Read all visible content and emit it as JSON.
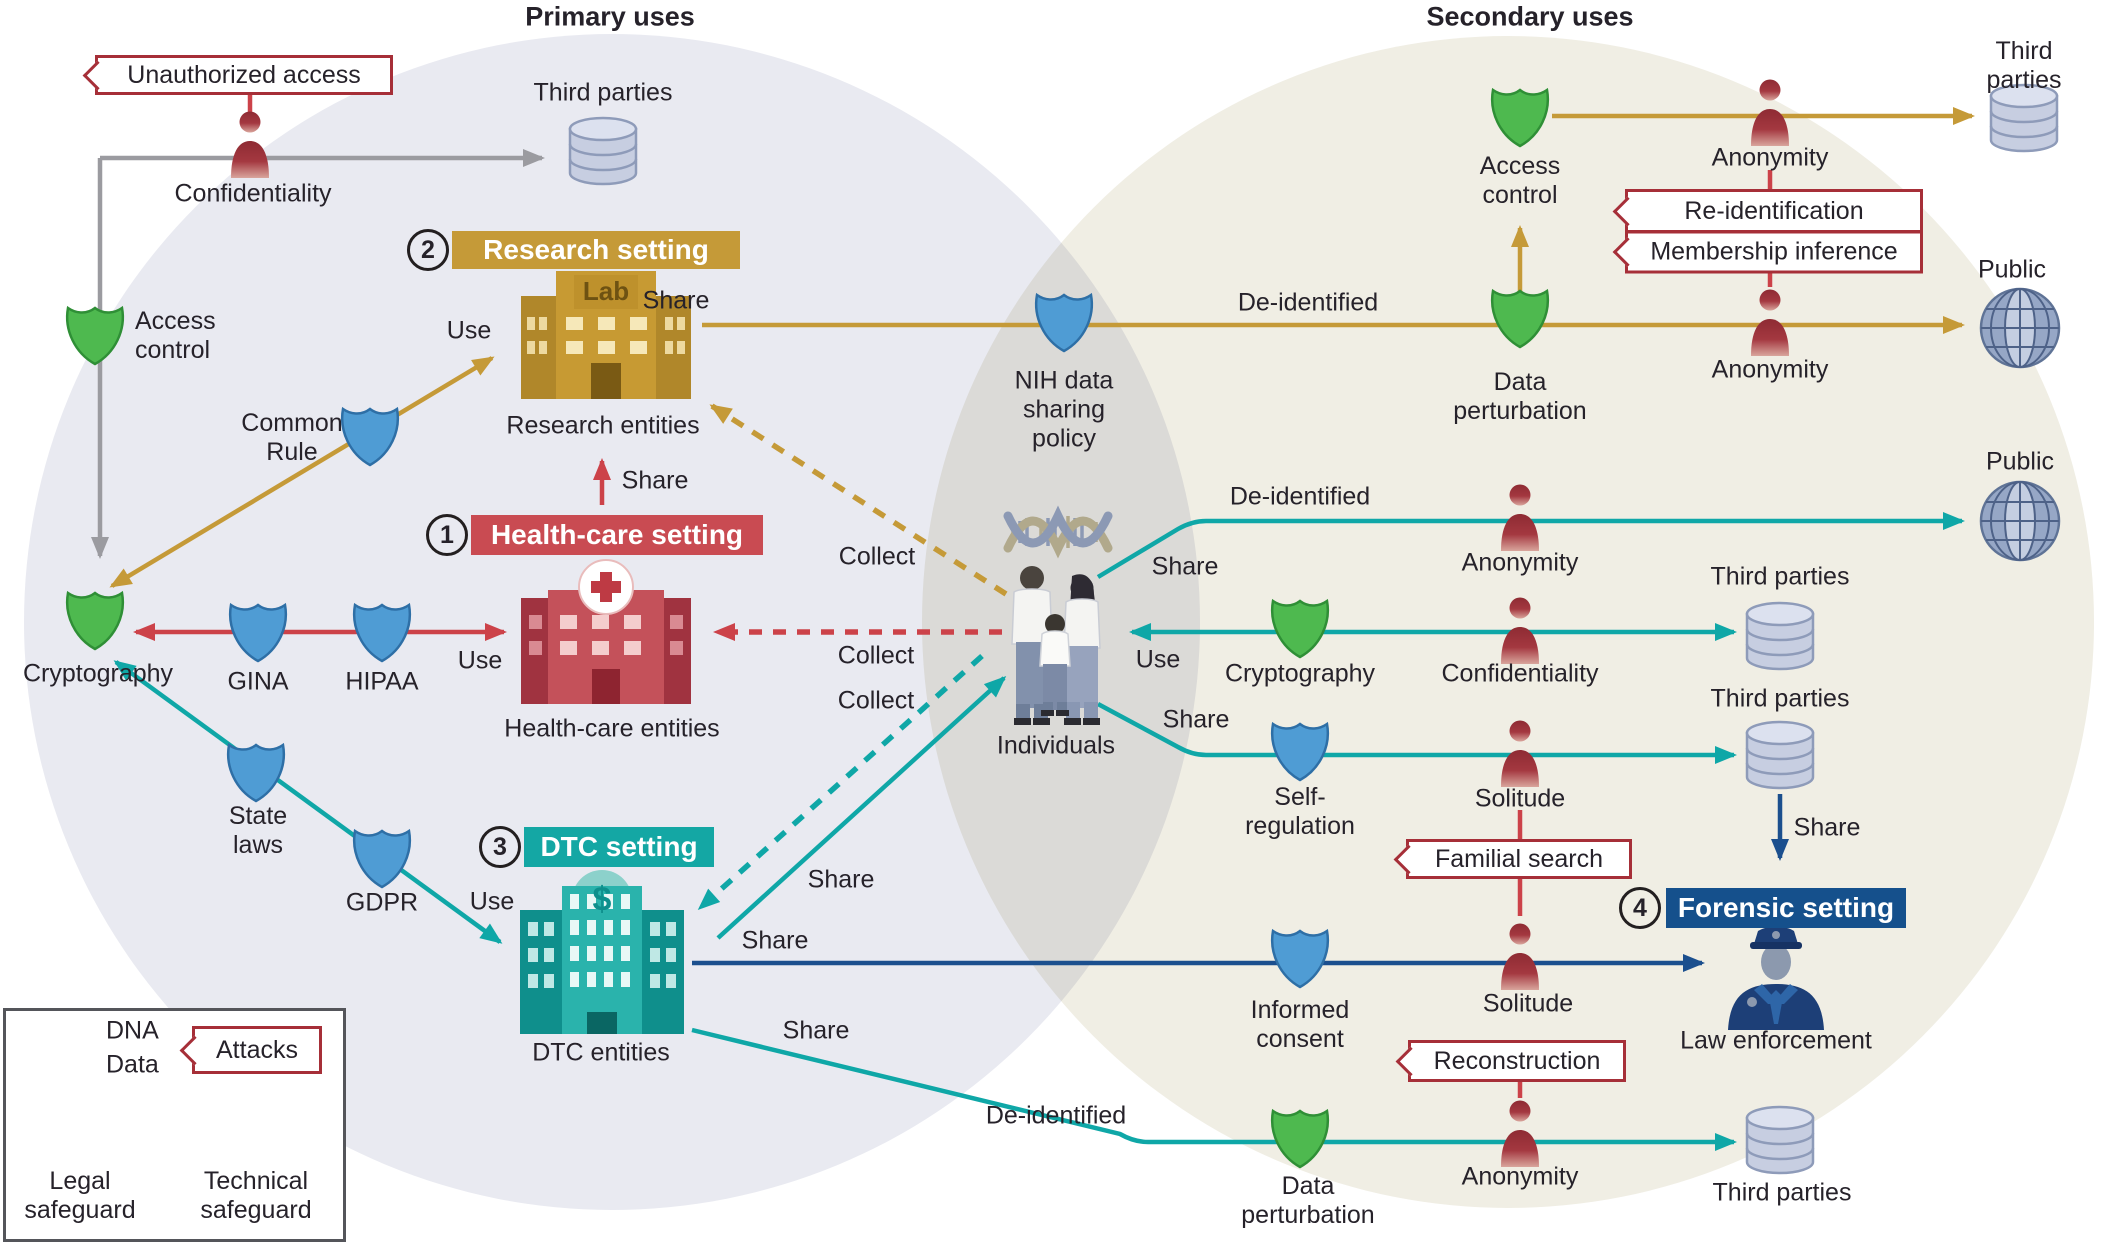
{
  "titles": {
    "primary": "Primary uses",
    "secondary": "Secondary uses"
  },
  "settings": {
    "healthcare": {
      "number": "1",
      "label": "Health-care setting"
    },
    "research": {
      "number": "2",
      "label": "Research setting"
    },
    "dtc": {
      "number": "3",
      "label": "DTC setting"
    },
    "forensic": {
      "number": "4",
      "label": "Forensic setting"
    }
  },
  "attacks": {
    "unauthorized_access": "Unauthorized access",
    "re_identification": "Re-identification",
    "membership_inference": "Membership inference",
    "familial_search": "Familial search",
    "reconstruction": "Reconstruction",
    "legend_label": "Attacks"
  },
  "entities": {
    "third_parties": "Third parties",
    "research_entities": "Research entities",
    "healthcare_entities": "Health-care entities",
    "dtc_entities": "DTC entities",
    "individuals": "Individuals",
    "law_enforcement": "Law enforcement",
    "public": "Public",
    "lab_sign": "Lab",
    "dollar_sign": "$"
  },
  "safeguards": {
    "access_control": "Access\ncontrol",
    "cryptography": "Cryptography",
    "common_rule": "Common\nRule",
    "gina": "GINA",
    "hipaa": "HIPAA",
    "state_laws": "State\nlaws",
    "gdpr": "GDPR",
    "nih_policy": "NIH data\nsharing\npolicy",
    "data_perturbation": "Data\nperturbation",
    "self_regulation": "Self-\nregulation",
    "informed_consent": "Informed\nconsent",
    "legal_legend": "Legal\nsafeguard",
    "technical_legend": "Technical\nsafeguard"
  },
  "privacy_states": {
    "confidentiality": "Confidentiality",
    "anonymity": "Anonymity",
    "solitude": "Solitude"
  },
  "flow_labels": {
    "use": "Use",
    "share": "Share",
    "collect": "Collect",
    "de_identified": "De-identified",
    "dna": "DNA",
    "data": "Data"
  },
  "colors": {
    "gold": "#C59A38",
    "red": "#CC4249",
    "attack_red": "#A62F38",
    "teal": "#0FA7A7",
    "navy": "#1B4F8E",
    "gray": "#9B9BA0",
    "slate": "#46587A",
    "legal": "#4F9CD4",
    "tech": "#4EB94F",
    "healthcare_red": "#C94B52",
    "dtc_teal": "#14A7A4",
    "forensic_navy": "#15508C",
    "person_red": "#952F38",
    "database_blue": "#C7CEE1",
    "circle_left": "#E9EAF1",
    "circle_right": "#F0EEE4"
  }
}
